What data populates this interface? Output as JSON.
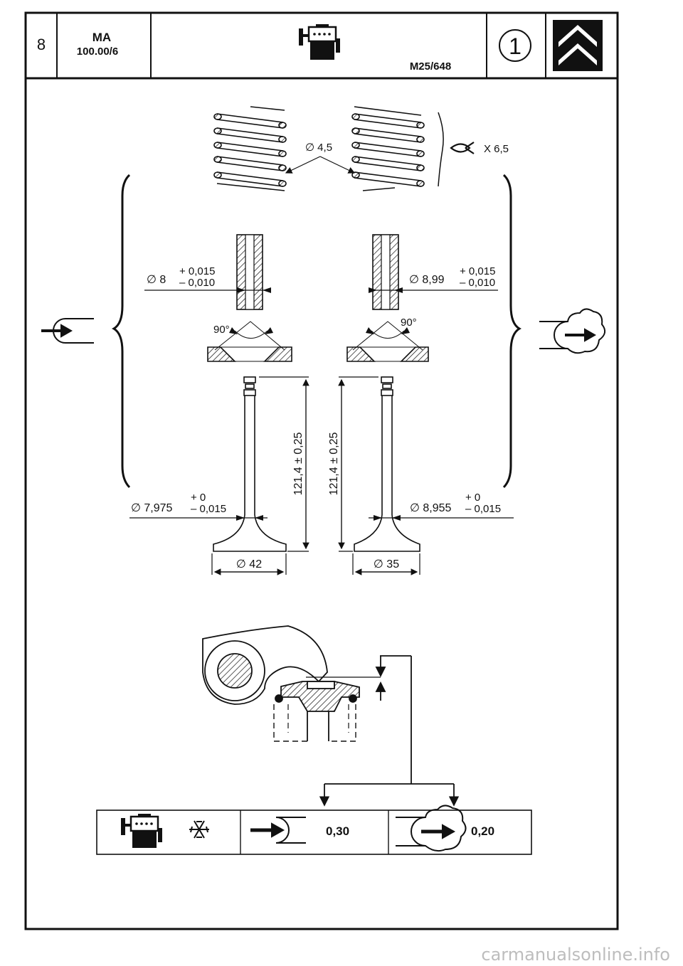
{
  "header": {
    "page_number": "8",
    "code_line1": "MA",
    "code_line2": "100.00/6",
    "ref": "M25/648",
    "circle_number": "1"
  },
  "springs": {
    "wire_diameter": "∅ 4,5",
    "quantity": "X 6,5"
  },
  "intake": {
    "guide_base": "∅ 8",
    "guide_tol_plus": "+ 0,015",
    "guide_tol_minus": "– 0,010",
    "seat_angle": "90°",
    "stem_base": "∅ 7,975",
    "stem_tol_plus": "+ 0",
    "stem_tol_minus": "– 0,015",
    "length": "121,4 ± 0,25",
    "head_diameter": "∅ 42"
  },
  "exhaust": {
    "guide_base": "∅ 8,99",
    "guide_tol_plus": "+ 0,015",
    "guide_tol_minus": "– 0,010",
    "seat_angle": "90°",
    "stem_base": "∅ 8,955",
    "stem_tol_plus": "+ 0",
    "stem_tol_minus": "– 0,015",
    "length": "121,4 ± 0,25",
    "head_diameter": "∅ 35"
  },
  "clearance": {
    "intake_value": "0,30",
    "exhaust_value": "0,20"
  },
  "watermark": "carmanualsonline.info",
  "icons": [
    "engine-icon",
    "snowflake-icon",
    "intake-arrow-icon",
    "exhaust-arrow-icon",
    "citroen-logo-icon"
  ]
}
